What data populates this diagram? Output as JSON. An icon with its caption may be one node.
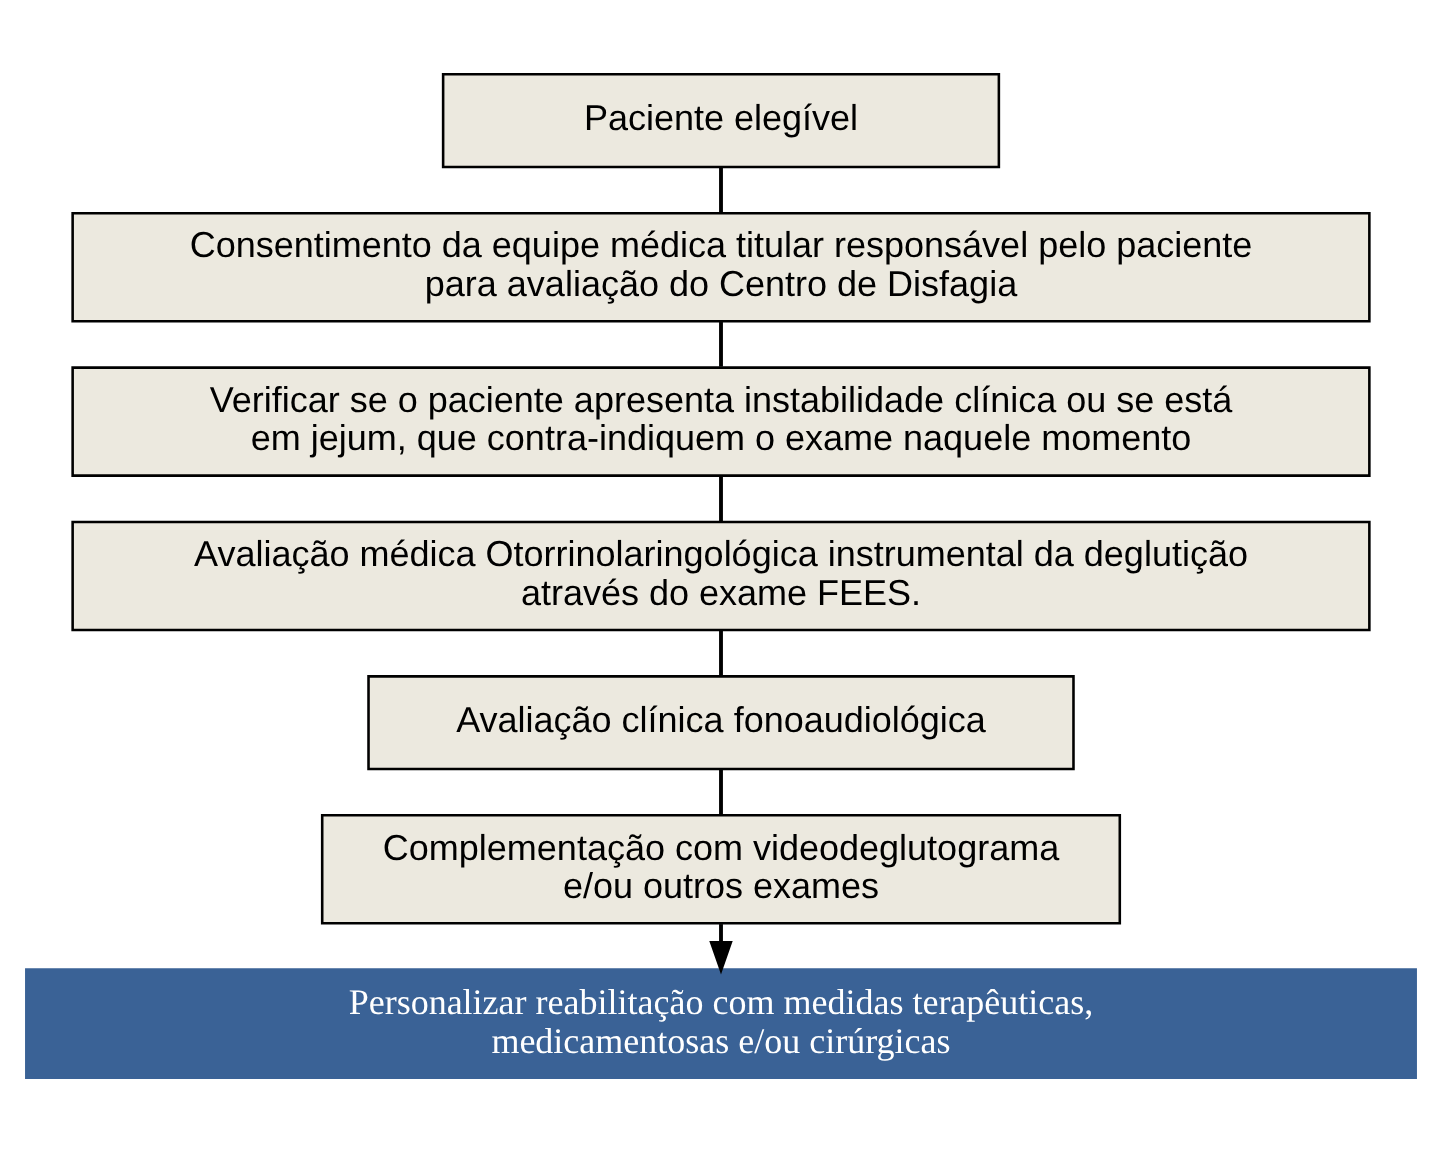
{
  "diagram": {
    "nodes": [
      {
        "text": [
          "Paciente elegível"
        ]
      },
      {
        "text": [
          "Consentimento da equipe médica titular responsável pelo paciente para avaliação do Centro de Disfagia"
        ]
      },
      {
        "text": [
          "Verificar se o paciente apresenta instabilidade clínica ou se está em jejum, que contra-indiquem o exame naquele momento"
        ]
      },
      {
        "text": [
          "Avaliação médica Otorrinolaringológica instrumental da deglutição através do exame FEES."
        ]
      },
      {
        "text": [
          "Avaliação clínica fonoaudiológica"
        ]
      },
      {
        "text": [
          "Complementação com videodeglutograma e/ou outros exames"
        ]
      },
      {
        "text": [
          "Personalizar reabilitação com medidas terapêuticas, medicamentosas e/ou cirúrgicas"
        ]
      }
    ],
    "edges": [
      {
        "from": 0,
        "to": 1,
        "arrow": "none"
      },
      {
        "from": 1,
        "to": 2,
        "arrow": "none"
      },
      {
        "from": 2,
        "to": 3,
        "arrow": "none"
      },
      {
        "from": 3,
        "to": 4,
        "arrow": "none"
      },
      {
        "from": 4,
        "to": 5,
        "arrow": "none"
      },
      {
        "from": 5,
        "to": 6,
        "arrow": "to"
      }
    ]
  }
}
